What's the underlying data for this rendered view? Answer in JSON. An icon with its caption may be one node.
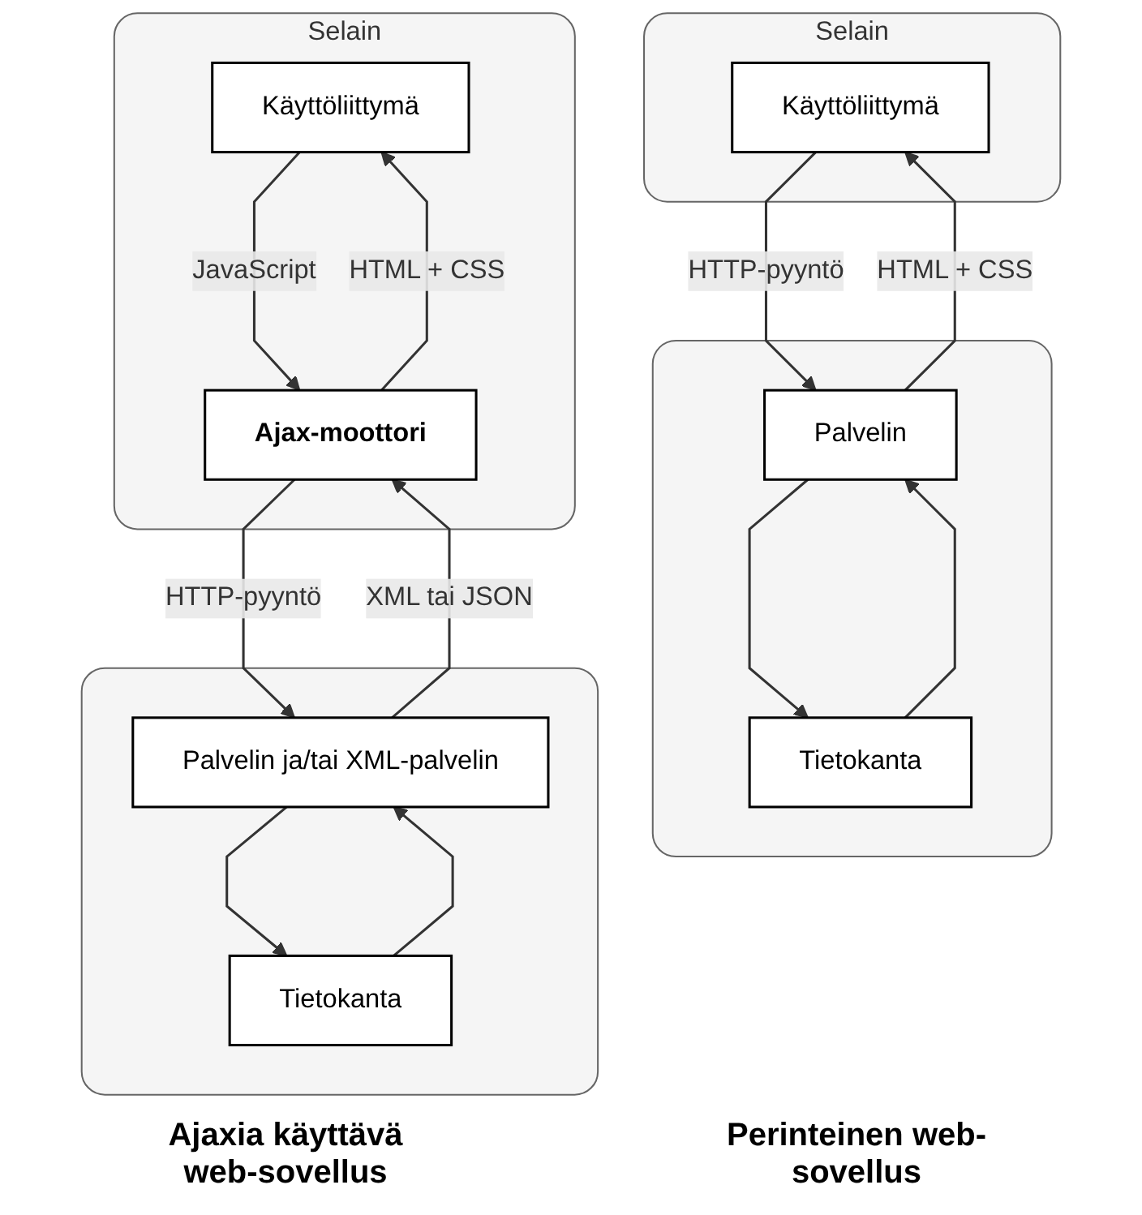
{
  "diagram": {
    "nodes": [
      {
        "text": [
          "Selain"
        ]
      },
      {
        "text": [
          "Käyttöliittymä"
        ],
        "in": 0
      },
      {
        "text": [],
        "shape": "box"
      },
      {
        "text": [
          "Palvelin"
        ],
        "in": 2
      },
      {
        "text": [
          "Tietokanta"
        ],
        "in": 2
      },
      {
        "text": [
          "Selain"
        ]
      },
      {
        "text": [
          "Käyttöliittymä"
        ],
        "in": 5
      },
      {
        "text": [
          "Ajax-moottori"
        ],
        "in": 5
      },
      {
        "text": [],
        "shape": "box"
      },
      {
        "text": [
          "Palvelin ja/tai XML-palvelin"
        ],
        "in": 8
      },
      {
        "text": [
          "Tietokanta"
        ],
        "in": 8
      }
    ],
    "edges": [
      {
        "from": 1,
        "to": 3,
        "arrow": "to",
        "label": "HTTP-pyyntö"
      },
      {
        "from": 3,
        "to": 1,
        "arrow": "to",
        "label": "HTML + CSS"
      },
      {
        "from": 3,
        "to": 4,
        "arrow": "to"
      },
      {
        "from": 4,
        "to": 3,
        "arrow": "to"
      },
      {
        "from": 6,
        "to": 7,
        "arrow": "to",
        "label": "JavaScript"
      },
      {
        "from": 7,
        "to": 6,
        "arrow": "to",
        "label": "HTML + CSS"
      },
      {
        "from": 7,
        "to": 9,
        "arrow": "to",
        "label": "HTTP-pyyntö"
      },
      {
        "from": 9,
        "to": 7,
        "arrow": "to",
        "label": "XML tai JSON"
      },
      {
        "from": 9,
        "to": 10,
        "arrow": "to"
      },
      {
        "from": 10,
        "to": 9,
        "arrow": "to"
      }
    ],
    "labels": [
      "Perinteinen web-sovellus",
      "Ajaxia käyttävä web-sovellus"
    ]
  }
}
